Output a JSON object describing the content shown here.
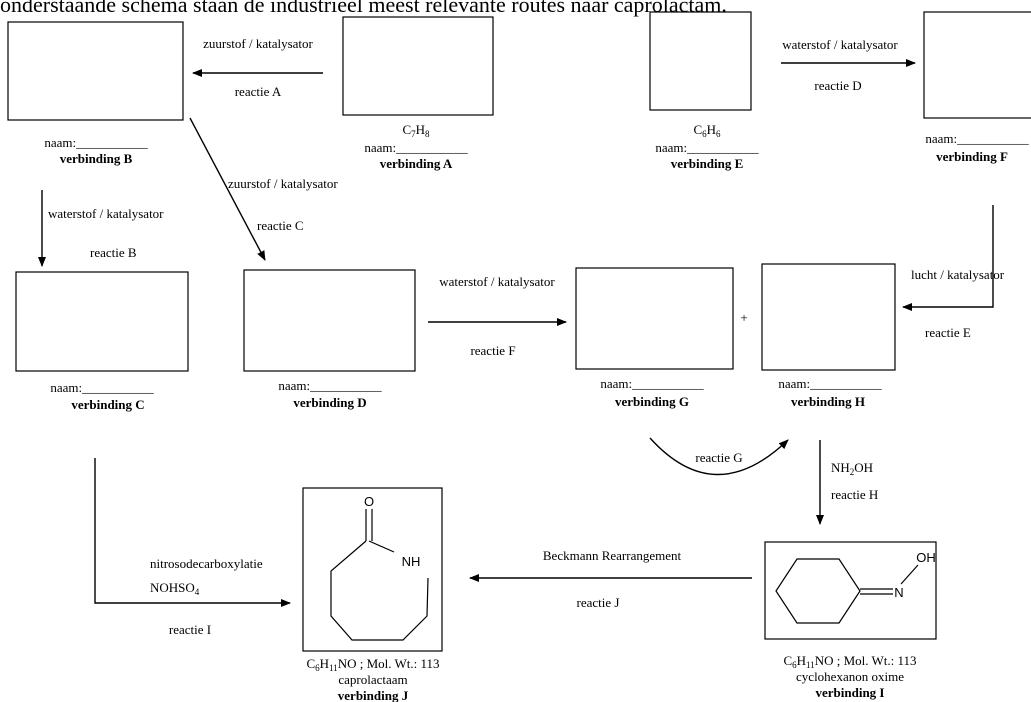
{
  "header": "onderstaande schema staan de industrieel meest relevante routes naar caprolactam.",
  "naam_label": "naam:___________",
  "compounds": {
    "A": {
      "formula_pre": "C",
      "formula_sub1": "7",
      "formula_mid": "H",
      "formula_sub2": "8",
      "name": "verbinding A"
    },
    "B": {
      "name": "verbinding B"
    },
    "C": {
      "name": "verbinding C"
    },
    "D": {
      "name": "verbinding D"
    },
    "E": {
      "formula_pre": "C",
      "formula_sub1": "6",
      "formula_mid": "H",
      "formula_sub2": "6",
      "name": "verbinding E"
    },
    "F": {
      "name": "verbinding F"
    },
    "G": {
      "name": "verbinding G"
    },
    "H": {
      "name": "verbinding H"
    },
    "I": {
      "formula_pre": "C",
      "formula_sub1": "6",
      "formula_mid": "H",
      "formula_sub2": "11",
      "formula_post": "NO ; Mol. Wt.: 113",
      "common_name": "cyclohexanon oxime",
      "name": "verbinding I"
    },
    "J": {
      "formula_pre": "C",
      "formula_sub1": "6",
      "formula_mid": "H",
      "formula_sub2": "11",
      "formula_post": "NO ; Mol. Wt.: 113",
      "common_name": "caprolactaam",
      "name": "verbinding J"
    }
  },
  "plus": "+",
  "reactions": {
    "A": {
      "reagent": "zuurstof / katalysator",
      "label": "reactie A"
    },
    "B": {
      "reagent": "waterstof / katalysator",
      "label": "reactie B"
    },
    "C": {
      "reagent": "zuurstof / katalysator",
      "label": "reactie C"
    },
    "D": {
      "reagent": "waterstof / katalysator",
      "label": "reactie D"
    },
    "E": {
      "reagent": "lucht / katalysator",
      "label": "reactie E"
    },
    "F": {
      "reagent": "waterstof / katalysator",
      "label": "reactie F"
    },
    "G": {
      "label": "reactie G"
    },
    "H": {
      "reagent_pre": "NH",
      "reagent_sub": "2",
      "reagent_post": "OH",
      "label": "reactie H"
    },
    "I": {
      "reagent": "nitrosodecarboxylatie",
      "reagent2_pre": "NOHSO",
      "reagent2_sub": "4",
      "label": "reactie I"
    },
    "J": {
      "reagent": "Beckmann Rearrangement",
      "label": "reactie J"
    }
  },
  "atoms": {
    "O": "O",
    "NH": "NH",
    "N": "N",
    "OH": "OH"
  }
}
